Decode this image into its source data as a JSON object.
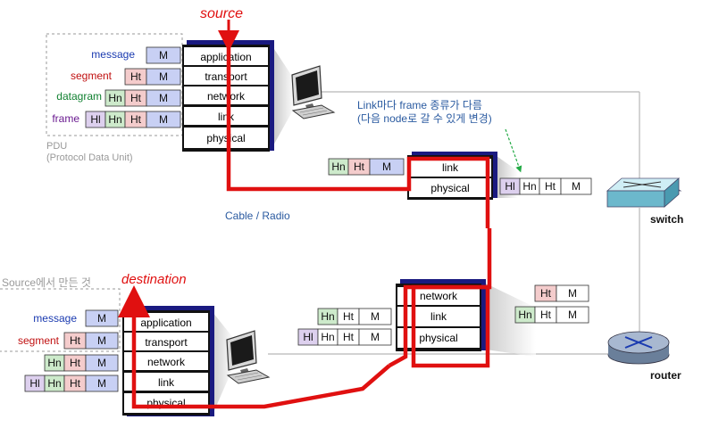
{
  "labels": {
    "source": "source",
    "destination": "destination",
    "pdu_line1": "PDU",
    "pdu_line2": "(Protocol Data Unit)",
    "note_line1": "Link마다 frame 종류가 다름",
    "note_line2": "(다음 node로 갈 수 있게 변경)",
    "source_made": "Source에서 만든 것",
    "cable_radio": "Cable / Radio",
    "switch": "switch",
    "router": "router"
  },
  "source_stack": [
    "application",
    "transport",
    "network",
    "link",
    "physical"
  ],
  "switch_stack": [
    "link",
    "physical"
  ],
  "router_stack": [
    "network",
    "link",
    "physical"
  ],
  "dest_stack": [
    "application",
    "transport",
    "network",
    "link",
    "physical"
  ],
  "pdu_names": {
    "message": "message",
    "segment": "segment",
    "datagram": "datagram",
    "frame": "frame"
  },
  "headers": {
    "M": "M",
    "Ht": "Ht",
    "Hn": "Hn",
    "Hl": "Hl"
  },
  "colors": {
    "path": "#e01010",
    "message": "#c8d0f4",
    "transport_header": "#f4cccc",
    "network_header": "#cdeacb",
    "link_header": "#ddd0ee",
    "stack_border": "#1a1a80",
    "message_label": "#1a3ab0",
    "segment_label": "#c01010",
    "datagram_label": "#108030",
    "frame_label": "#6a1a90"
  }
}
